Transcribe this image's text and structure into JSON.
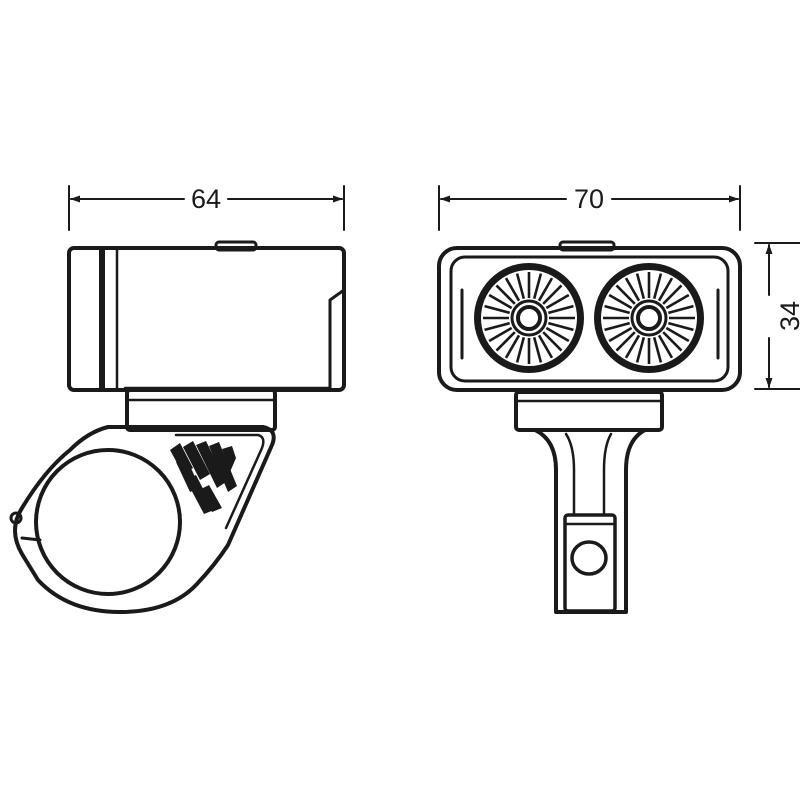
{
  "drawing": {
    "side_view": {
      "width_dimension": "64"
    },
    "front_view": {
      "width_dimension": "70",
      "height_dimension": "34"
    }
  },
  "colors": {
    "line": "#1a1a1a",
    "background": "#ffffff"
  }
}
